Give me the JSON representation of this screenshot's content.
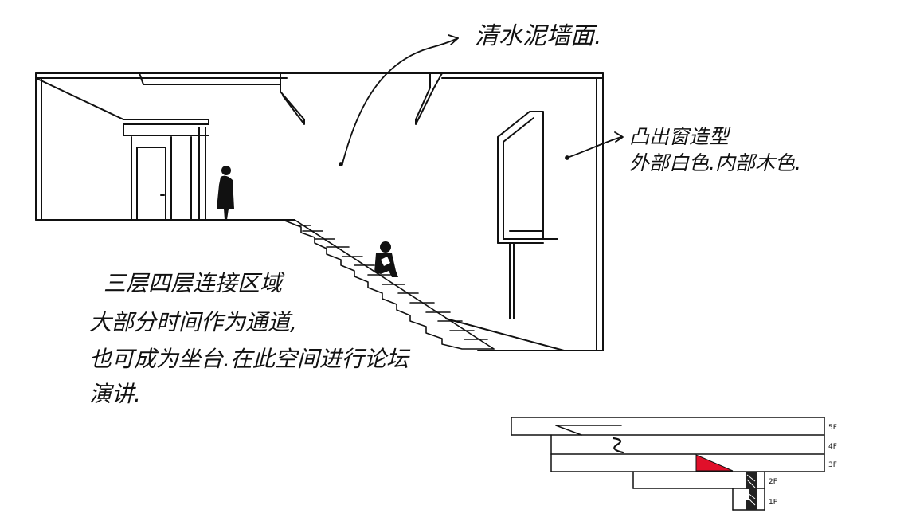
{
  "annotations": {
    "concrete_wall": "清水泥墙面.",
    "bay_window_line1": "凸出窗造型",
    "bay_window_line2": "外部白色.内部木色.",
    "note_line1": "三层四层连接区域",
    "note_line2": "大部分时间作为通道,",
    "note_line3": "也可成为坐台.在此空间进行论坛",
    "note_line4": "演讲."
  },
  "floor_labels": [
    "5F",
    "4F",
    "3F",
    "2F",
    "1F"
  ],
  "colors": {
    "ink": "#111111",
    "highlight": "#e0102a",
    "paper": "#ffffff"
  }
}
